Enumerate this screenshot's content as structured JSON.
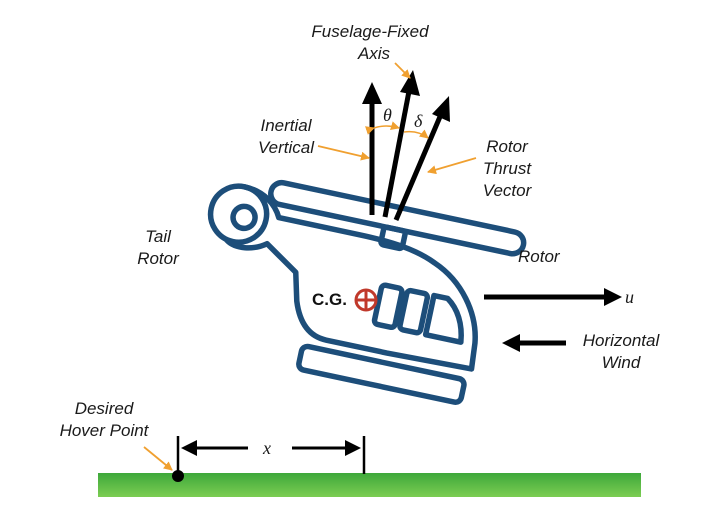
{
  "labels": {
    "fuselage_axis_line1": "Fuselage-Fixed",
    "fuselage_axis_line2": "Axis",
    "inertial_vertical_line1": "Inertial",
    "inertial_vertical_line2": "Vertical",
    "rotor_thrust_line1": "Rotor",
    "rotor_thrust_line2": "Thrust",
    "rotor_thrust_line3": "Vector",
    "tail_rotor_line1": "Tail",
    "tail_rotor_line2": "Rotor",
    "rotor": "Rotor",
    "cg": "C.G.",
    "horizontal_wind_line1": "Horizontal",
    "horizontal_wind_line2": "Wind",
    "desired_hover_line1": "Desired",
    "desired_hover_line2": "Hover Point"
  },
  "symbols": {
    "theta": "θ",
    "delta": "δ",
    "u": "u",
    "x": "x"
  },
  "colors": {
    "helicopter_outline": "#1d4e7a",
    "leader_arrows": "#f0a030",
    "cg_marker": "#c0392b",
    "ground_top": "#3ea83a",
    "ground_bottom": "#7ccd52",
    "vectors": "#000000"
  }
}
